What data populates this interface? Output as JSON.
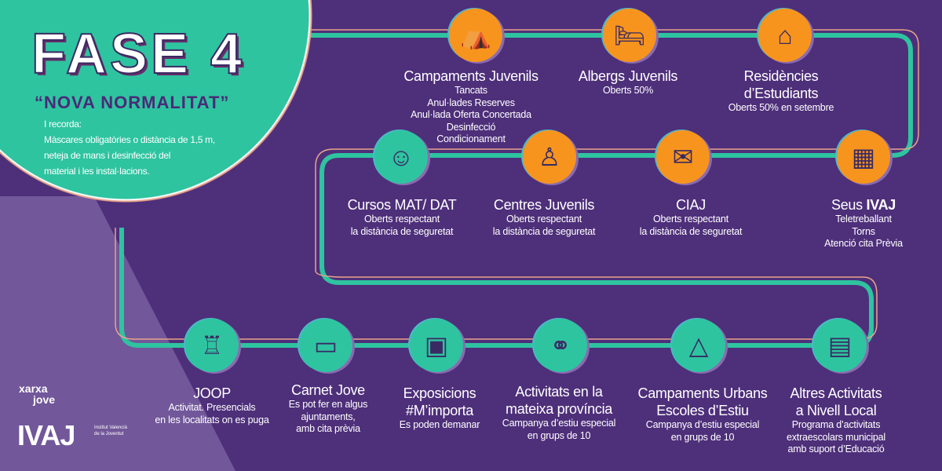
{
  "header": {
    "title": "FASE 4",
    "subtitle": "“NOVA NORMALITAT”",
    "reminder": [
      "I recorda:",
      "Màscares obligatòries o distància de 1,5 m,",
      "neteja de mans i desinfecció del",
      "material i les instal·lacions."
    ]
  },
  "colors": {
    "background": "#4e2f7a",
    "teal": "#2ec4a0",
    "orange": "#f7941d"
  },
  "items": [
    {
      "title": "Campaments Juvenils",
      "lines": [
        "Tancats",
        "Anul·lades Reserves",
        "Anul·lada Oferta Concertada",
        "Desinfecció",
        "Condicionament"
      ],
      "icon": "tent-icon"
    },
    {
      "title": "Albergs Juvenils",
      "lines": [
        "Oberts 50%"
      ],
      "icon": "bunk-bed-icon"
    },
    {
      "title": "Residències",
      "title2": "d’Estudiants",
      "lines": [
        "Oberts 50% en setembre"
      ],
      "icon": "student-house-icon"
    },
    {
      "title": "Cursos MAT/ DAT",
      "lines": [
        "Oberts respectant",
        "la distància de seguretat"
      ],
      "icon": "jumping-person-icon"
    },
    {
      "title": "Centres Juvenils",
      "lines": [
        "Oberts respectant",
        "la distància de seguretat"
      ],
      "icon": "hands-person-icon"
    },
    {
      "title": "CIAJ",
      "lines": [
        "Oberts respectant",
        "la distància de seguretat"
      ],
      "icon": "chat-icon"
    },
    {
      "title": "Seus ",
      "title_bold": "IVAJ",
      "lines": [
        "Teletreballant",
        "Torns",
        "Atenció cita Prèvia"
      ],
      "icon": "building-icon"
    },
    {
      "title": "JOOP",
      "lines": [
        "Activitat. Presencials",
        "en les localitats on es puga"
      ],
      "icon": "hero-icon"
    },
    {
      "title": "Carnet Jove",
      "lines": [
        "Es pot fer en algus",
        "ajuntaments,",
        "amb cita prèvia"
      ],
      "icon": "id-card-icon"
    },
    {
      "title": "Exposicions",
      "title2": "#M’importa",
      "lines": [
        "Es poden demanar"
      ],
      "icon": "exhibition-icon"
    },
    {
      "title": "Activitats en la",
      "title2": "mateixa província",
      "lines": [
        "Campanya d’estiu especial",
        "en grups de 10"
      ],
      "icon": "network-icon"
    },
    {
      "title": "Campaments Urbans",
      "title2": "Escoles d’Estiu",
      "lines": [
        "Campanya d’estiu especial",
        "en grups de 10"
      ],
      "icon": "map-tent-icon"
    },
    {
      "title": "Altres Activitats",
      "title2": "a Nivell Local",
      "lines": [
        "Programa d’activitats",
        "extraescolars municipal",
        "amb suport d’Educació"
      ],
      "icon": "calendar-icon"
    }
  ],
  "logos": {
    "xarxa": "xarxa",
    "jove": "jove",
    "ivaj": "IVAJ",
    "ivaj_sub1": "Institut Valencià",
    "ivaj_sub2": "de la Joventut"
  }
}
